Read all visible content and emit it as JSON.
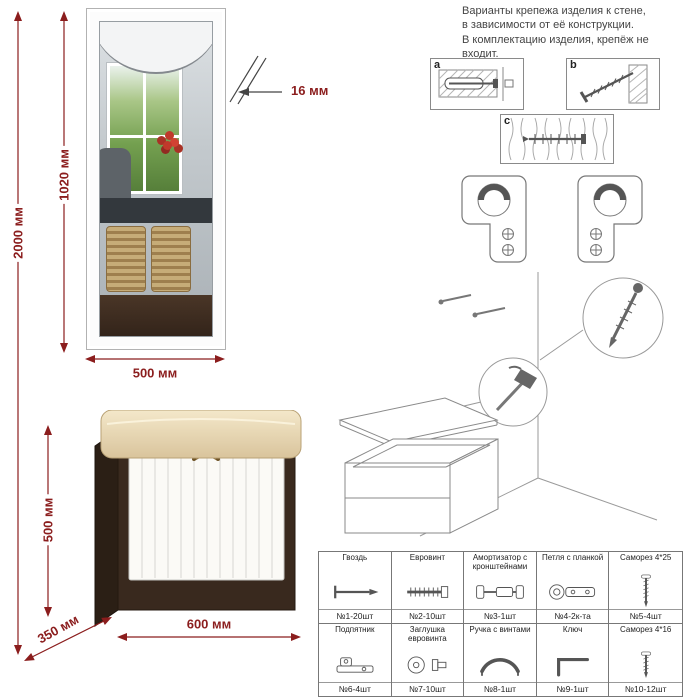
{
  "header": {
    "line1": "Варианты крепежа изделия к стене,",
    "line2": "в зависимости от её конструкции.",
    "line3": "В комплектацию изделия, крепёж не входит."
  },
  "dimensions": {
    "overall_height": "2000 мм",
    "mirror_height": "1020 мм",
    "mirror_thickness": "16 мм",
    "mirror_width": "500 мм",
    "bench_height": "500 мм",
    "bench_depth": "350 мм",
    "bench_width": "600 мм"
  },
  "mounting_options": {
    "a": {
      "label": "a",
      "icon": "concrete-anchor-icon"
    },
    "b": {
      "label": "b",
      "icon": "angled-screw-icon"
    },
    "c": {
      "label": "c",
      "icon": "wood-screw-icon"
    }
  },
  "colors": {
    "dimension_accent": "#8b1d1d",
    "wenge_body": "#3a2a1e",
    "cushion_cream": "#ead9b4",
    "line_gray": "#999999"
  },
  "parts_table": {
    "rows": [
      [
        {
          "name": "Гвоздь",
          "qty": "№1-20шт",
          "icon": "nail-icon"
        },
        {
          "name": "Евровинт",
          "qty": "№2-10шт",
          "icon": "euroscrew-icon"
        },
        {
          "name": "Амортизатор с кронштейнами",
          "qty": "№3-1шт",
          "icon": "gas-lift-icon"
        },
        {
          "name": "Петля с планкой",
          "qty": "№4-2к-та",
          "icon": "hinge-icon"
        },
        {
          "name": "Саморез 4*25",
          "qty": "№5-4шт",
          "icon": "screw-icon"
        }
      ],
      [
        {
          "name": "Подпятник",
          "qty": "№6-4шт",
          "icon": "glide-icon"
        },
        {
          "name": "Заглушка евровинта",
          "qty": "№7-10шт",
          "icon": "cap-icon"
        },
        {
          "name": "Ручка с винтами",
          "qty": "№8-1шт",
          "icon": "handle-icon"
        },
        {
          "name": "Ключ",
          "qty": "№9-1шт",
          "icon": "hex-key-icon"
        },
        {
          "name": "Саморез 4*16",
          "qty": "№10-12шт",
          "icon": "screw-icon"
        }
      ]
    ]
  }
}
